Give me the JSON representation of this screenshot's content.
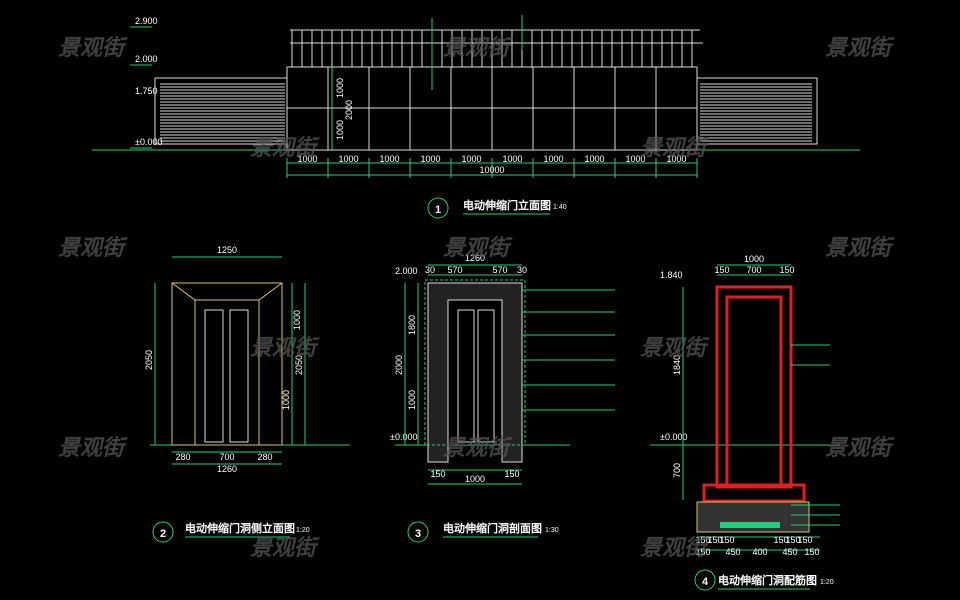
{
  "watermark": "景观街",
  "drawing1": {
    "number": "1",
    "title": "电动伸缩门立面图",
    "scale": "1:40",
    "levels": [
      "2.900",
      "2.000",
      "1.750",
      "±0.000"
    ],
    "segments": [
      "1000",
      "1000",
      "1000",
      "1000",
      "1000",
      "1000",
      "1000",
      "1000",
      "1000",
      "1000"
    ],
    "total": "10000",
    "heights": [
      "1000",
      "1000",
      "2000"
    ]
  },
  "drawing2": {
    "number": "2",
    "title": "电动伸缩门洞侧立面图",
    "scale": "1:20",
    "top": "1250",
    "bottom": [
      "280",
      "700",
      "280"
    ],
    "bottom_total": "1260",
    "left": "2050",
    "right": [
      "1000",
      "1000"
    ],
    "right_total": "2050"
  },
  "drawing3": {
    "number": "3",
    "title": "电动伸缩门洞剖面图",
    "scale": "1:30",
    "top": "1260",
    "top_parts": [
      "30",
      "570",
      "570",
      "30"
    ],
    "levels": [
      "2.000",
      "±0.000"
    ],
    "left": [
      "1800",
      "1000"
    ],
    "left_total": "2000",
    "bottom": [
      "150",
      "150"
    ],
    "bottom_total": "1000"
  },
  "drawing4": {
    "number": "4",
    "title": "电动伸缩门洞配筋图",
    "scale": "1:20",
    "top": "1000",
    "top_parts": [
      "150",
      "700",
      "150"
    ],
    "levels": [
      "1.840",
      "±0.000"
    ],
    "left": [
      "1840",
      "700"
    ],
    "bottom_row1": [
      "150",
      "150",
      "150",
      "150",
      "150",
      "150"
    ],
    "bottom_row2": [
      "150",
      "450",
      "400",
      "450",
      "150"
    ]
  },
  "colors": {
    "dim": "#1fd07a",
    "outline": "#dddddd",
    "rebar": "#e02020",
    "frame": "#d8c36a"
  }
}
